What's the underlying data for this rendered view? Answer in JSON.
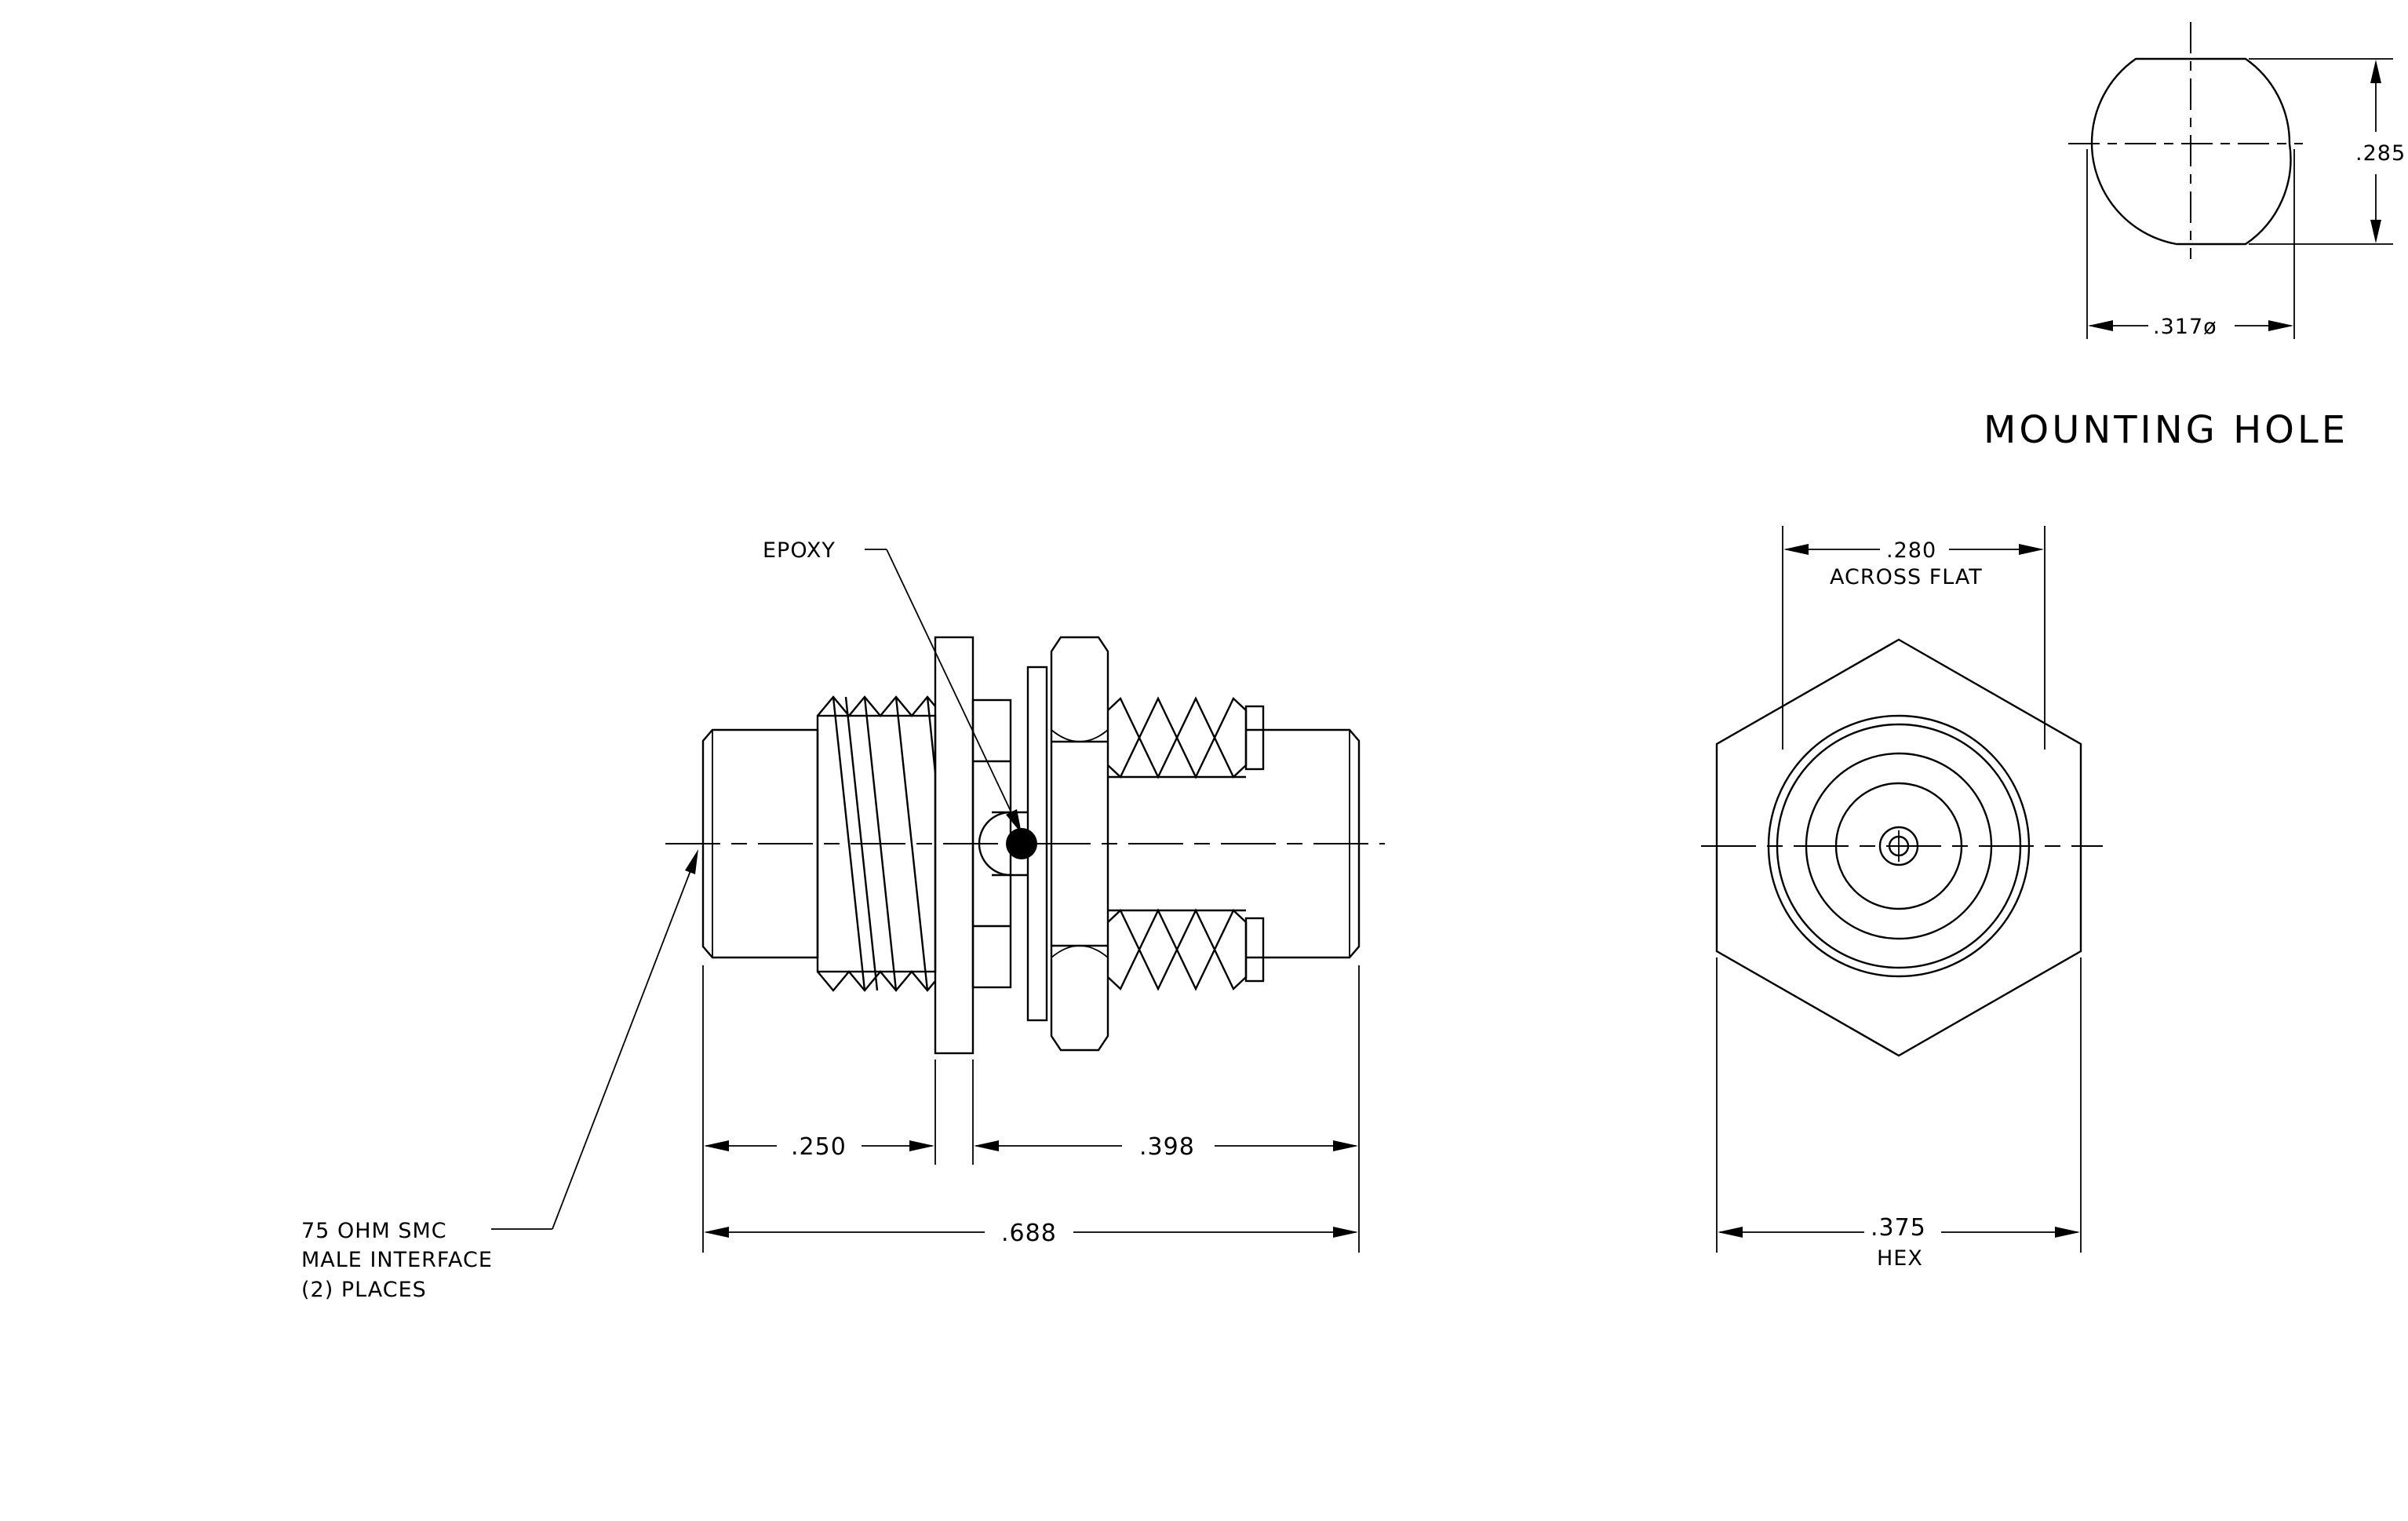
{
  "drawing": {
    "mounting_hole": {
      "title": "MOUNTING HOLE",
      "diameter_label": ".317ø",
      "flat_label": ".285"
    },
    "side_view": {
      "epoxy_label": "EPOXY",
      "interface_note": [
        "75 OHM SMC",
        "MALE INTERFACE",
        "(2)  PLACES"
      ],
      "dim_left": ".250",
      "dim_right": ".398",
      "dim_overall": ".688"
    },
    "end_view": {
      "across_flat_value": ".280",
      "across_flat_text": "ACROSS FLAT",
      "hex_value": ".375",
      "hex_text": "HEX"
    }
  }
}
